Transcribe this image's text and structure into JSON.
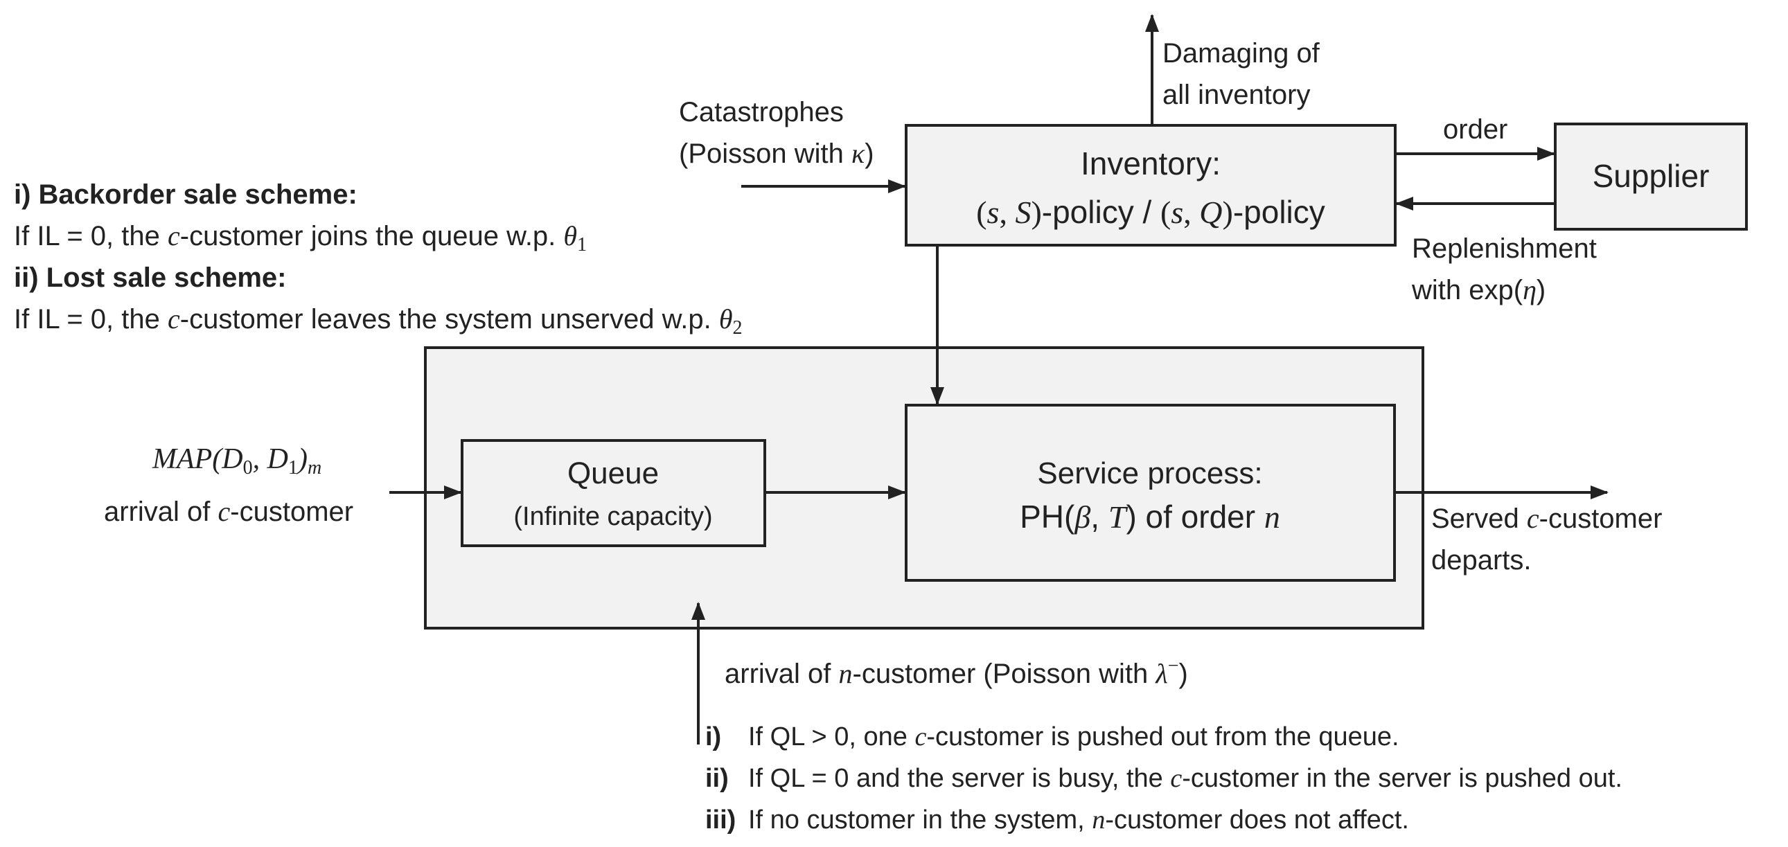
{
  "inventory_box": {
    "title": "Inventory:",
    "policy_open1": "(",
    "policy_s1": "s",
    "policy_comma1": ", ",
    "policy_S": "S",
    "policy_close1": ")",
    "policy_text1": "-policy / ",
    "policy_open2": "(",
    "policy_s2": "s",
    "policy_comma2": ", ",
    "policy_Q": "Q",
    "policy_close2": ")",
    "policy_text2": "-policy"
  },
  "supplier_box": {
    "label": "Supplier"
  },
  "queue_box": {
    "title": "Queue",
    "subtitle": "(Infinite capacity)"
  },
  "service_box": {
    "title": "Service process:",
    "ph_prefix": "PH(",
    "ph_beta": "β",
    "ph_comma": ", ",
    "ph_T": "T",
    "ph_suffix": ") of order ",
    "ph_n": "n"
  },
  "labels": {
    "damaging_line1": "Damaging of",
    "damaging_line2": "all inventory",
    "catastrophes_line1": "Catastrophes",
    "catastrophes_line2_prefix": "(Poisson with ",
    "catastrophes_kappa": "κ",
    "catastrophes_line2_suffix": ")",
    "order": "order",
    "replenishment_line1": "Replenishment",
    "replenishment_line2_prefix": "with exp(",
    "replenishment_eta": "η",
    "replenishment_line2_suffix": ")",
    "map_label": "MAP(D",
    "map_sub0": "0",
    "map_mid": ", D",
    "map_sub1": "1",
    "map_close": ")",
    "map_subm": "m",
    "arrival_c_prefix": "arrival of ",
    "arrival_c_italic": "c",
    "arrival_c_suffix": "-customer",
    "served_line1_prefix": "Served ",
    "served_line1_italic": "c",
    "served_line1_suffix": "-customer",
    "served_line2": "departs.",
    "arrival_n_prefix": "arrival of ",
    "arrival_n_italic": "n",
    "arrival_n_middle": "-customer (Poisson with ",
    "arrival_n_lambda": "λ",
    "arrival_n_sup": "−",
    "arrival_n_suffix": ")"
  },
  "schemes": {
    "backorder_title": "i) Backorder sale scheme:",
    "backorder_text_prefix": "If IL = 0, the ",
    "backorder_text_italic": "c",
    "backorder_text_suffix": "-customer joins the queue w.p. ",
    "backorder_theta": "θ",
    "backorder_theta_sub": "1",
    "lost_title": "ii) Lost sale scheme:",
    "lost_text_prefix": "If IL = 0, the ",
    "lost_text_italic": "c",
    "lost_text_suffix": "-customer leaves the system unserved w.p. ",
    "lost_theta": "θ",
    "lost_theta_sub": "2"
  },
  "rules": [
    {
      "num": "i)",
      "prefix": "If QL > 0, one ",
      "italic": "c",
      "suffix": "-customer is pushed out from the queue."
    },
    {
      "num": "ii)",
      "prefix": "If QL = 0 and the server is busy, the ",
      "italic": "c",
      "suffix": "-customer in the server is pushed out."
    },
    {
      "num": "iii)",
      "prefix": "If no customer in the system, ",
      "italic": "n",
      "suffix": "-customer does not affect."
    }
  ]
}
